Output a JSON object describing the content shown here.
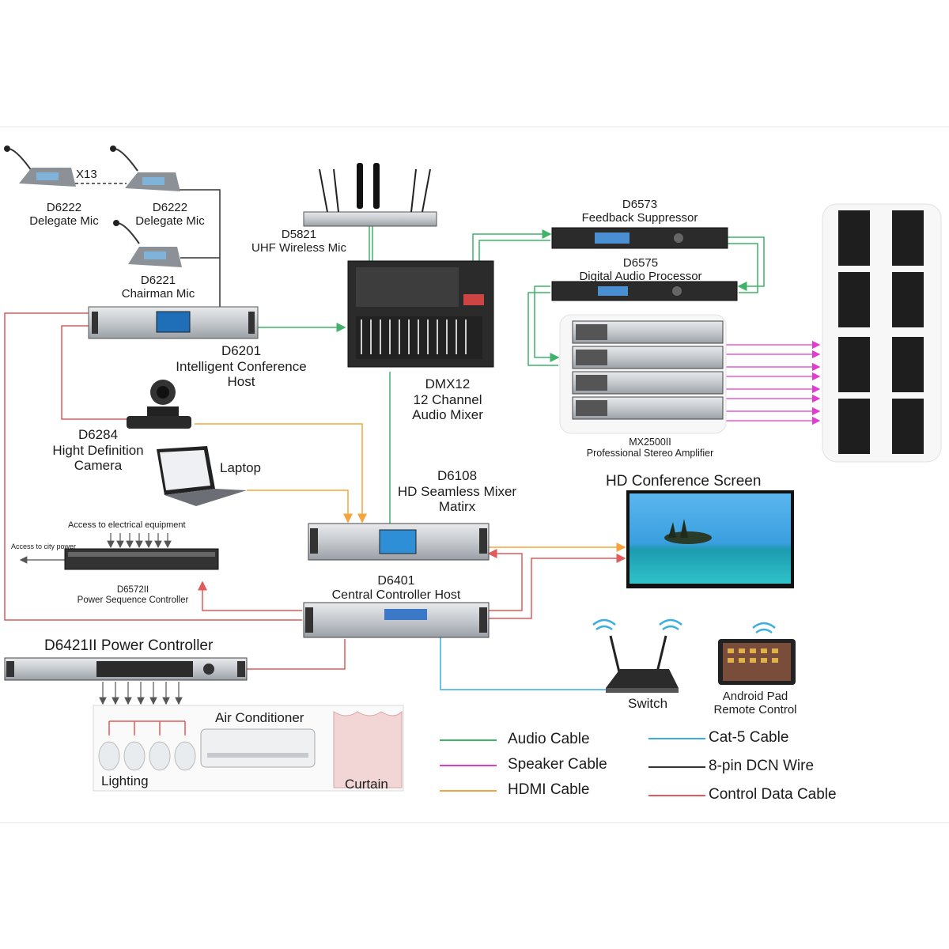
{
  "labels": {
    "x13": "X13",
    "delegate_mic_1": [
      "D6222",
      "Delegate Mic"
    ],
    "delegate_mic_2": [
      "D6222",
      "Delegate Mic"
    ],
    "chairman_mic": [
      "D6221",
      "Chairman Mic"
    ],
    "conference_host": [
      "D6201",
      "Intelligent Conference",
      "Host"
    ],
    "wireless_mic": [
      "D5821",
      "UHF Wireless Mic"
    ],
    "audio_mixer": [
      "DMX12",
      "12 Channel",
      "Audio Mixer"
    ],
    "feedback_suppressor": [
      "D6573",
      "Feedback Suppressor"
    ],
    "audio_processor": [
      "D6575",
      "Digital Audio Processor"
    ],
    "amplifier": [
      "MX2500II",
      "Professional Stereo Amplifier"
    ],
    "camera": [
      "D6284",
      "Hight Definition",
      "Camera"
    ],
    "laptop": "Laptop",
    "mixer_matrix": [
      "D6108",
      "HD Seamless Mixer",
      "Matirx"
    ],
    "conference_screen": "HD Conference Screen",
    "electrical_access": "Access to electrical equipment",
    "city_power": "Access to city power",
    "power_sequence": [
      "D6572II",
      "Power Sequence Controller"
    ],
    "central_controller": [
      "D6401",
      "Central Controller Host"
    ],
    "power_controller": "D6421II Power Controller",
    "air_conditioner": "Air Conditioner",
    "lighting": "Lighting",
    "curtain": "Curtain",
    "switch": "Switch",
    "android_pad": [
      "Android Pad",
      "Remote Control"
    ]
  },
  "legend": [
    {
      "label": "Audio Cable",
      "color": "#3fb36a"
    },
    {
      "label": "Speaker Cable",
      "color": "#e23ccf"
    },
    {
      "label": "HDMI Cable",
      "color": "#f5a33a"
    },
    {
      "label": "Cat-5 Cable",
      "color": "#3aaee0"
    },
    {
      "label": "8-pin DCN Wire",
      "color": "#333333"
    },
    {
      "label": "Control Data Cable",
      "color": "#e25a5a"
    }
  ],
  "colors": {
    "audio": "#3fb36a",
    "speaker": "#e23ccf",
    "hdmi": "#f5a33a",
    "cat5": "#3aaee0",
    "dcn": "#333333",
    "control": "#e25a5a",
    "rack_dark": "#2b2b2b",
    "rack_silver": "#cfd2d6",
    "screen_blue": "#2f8fd6"
  },
  "icons": [
    "mic-icon",
    "camera-icon",
    "laptop-icon",
    "speaker-icon",
    "router-icon",
    "tablet-icon",
    "bulb-icon",
    "wifi-icon"
  ]
}
